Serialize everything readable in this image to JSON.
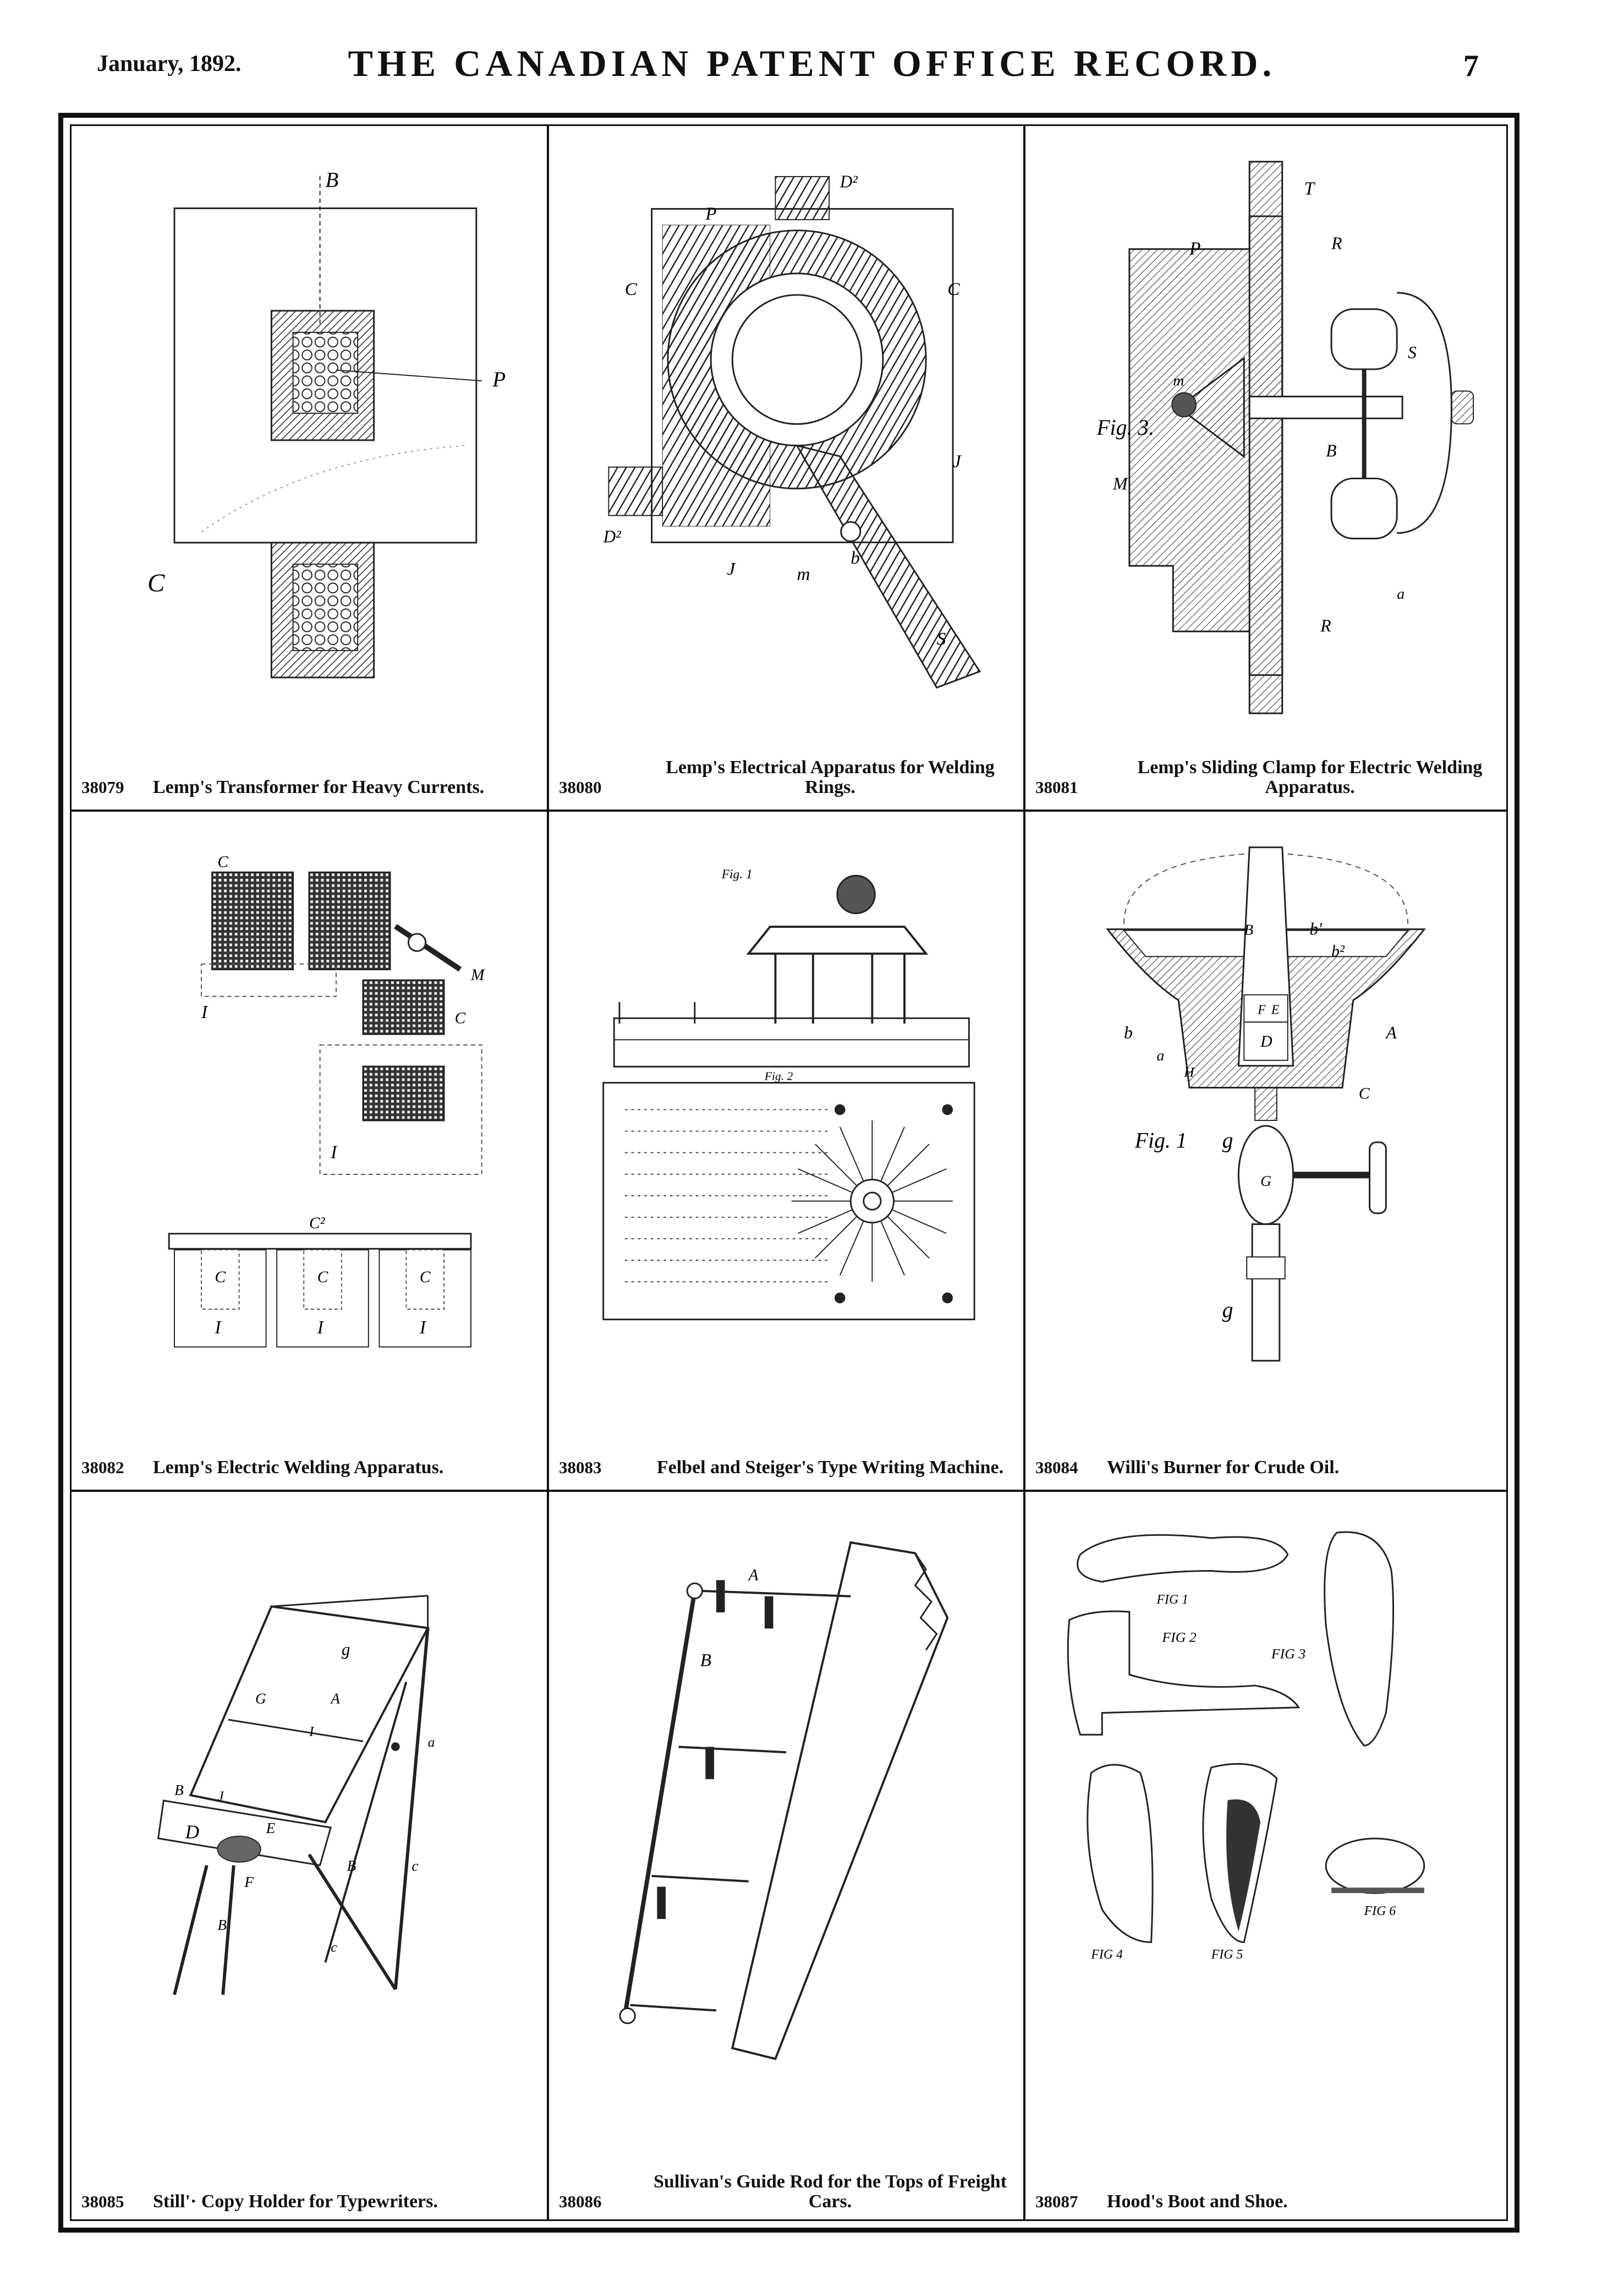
{
  "header": {
    "date": "January, 1892.",
    "title": "THE CANADIAN PATENT OFFICE RECORD.",
    "page_number": "7"
  },
  "patents": [
    {
      "number": "38079",
      "title": "Lemp's Transformer for Heavy Currents."
    },
    {
      "number": "38080",
      "title": "Lemp's Electrical Apparatus for Welding Rings."
    },
    {
      "number": "38081",
      "title": "Lemp's Sliding Clamp for Electric Welding Apparatus."
    },
    {
      "number": "38082",
      "title": "Lemp's Electric Welding Apparatus."
    },
    {
      "number": "38083",
      "title": "Felbel and Steiger's Type Writing Machine."
    },
    {
      "number": "38084",
      "title": "Willi's Burner for Crude Oil."
    },
    {
      "number": "38085",
      "title": "Still'· Copy Holder for Typewriters."
    },
    {
      "number": "38086",
      "title": "Sullivan's Guide Rod for the Tops of Freight Cars."
    },
    {
      "number": "38087",
      "title": "Hood's Boot and Shoe."
    }
  ],
  "figure_labels": {
    "f1": [
      "B",
      "P",
      "C"
    ],
    "f2": [
      "P",
      "C",
      "C",
      "D²",
      "D²",
      "J",
      "J",
      "m",
      "b",
      "S"
    ],
    "f3": [
      "Fig. 3.",
      "P",
      "T",
      "R",
      "S",
      "B",
      "M",
      "m",
      "R",
      "a"
    ],
    "f4": [
      "C",
      "I",
      "C",
      "M",
      "I",
      "C²",
      "C",
      "C",
      "C",
      "I",
      "I",
      "I"
    ],
    "f5": [
      "Fig. 1",
      "Fig. 2"
    ],
    "f6": [
      "B",
      "b'",
      "b²",
      "F",
      "E",
      "D",
      "A",
      "b",
      "a",
      "H",
      "C",
      "Fig. 1",
      "g",
      "G",
      "g"
    ],
    "f7": [
      "g",
      "G",
      "A",
      "I",
      "B",
      "J",
      "D",
      "E",
      "F",
      "B",
      "c",
      "a",
      "B",
      "c"
    ],
    "f8": [
      "B",
      "A"
    ],
    "f9": [
      "FIG 1",
      "FIG 2",
      "FIG 3",
      "FIG 4",
      "FIG 5",
      "FIG 6"
    ]
  }
}
